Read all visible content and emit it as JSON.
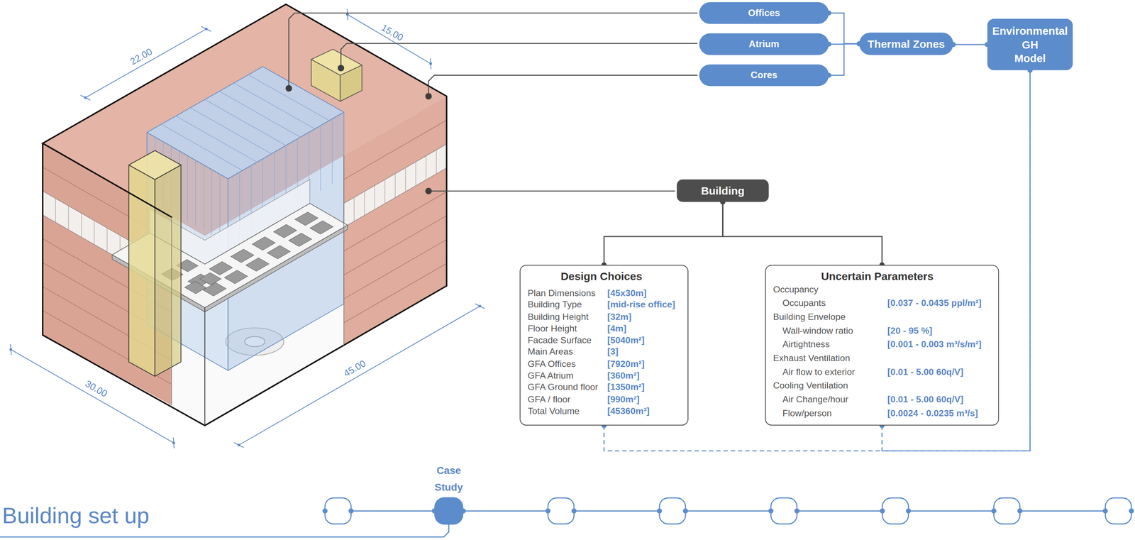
{
  "diagram": {
    "title": "Building set up",
    "nodes": [
      {
        "text": [
          "Offices"
        ]
      },
      {
        "text": [
          "Atrium"
        ]
      },
      {
        "text": [
          "Cores"
        ]
      },
      {
        "text": [
          "Thermal Zones"
        ]
      },
      {
        "text": [
          "Environmental GH Model"
        ]
      },
      {
        "text": [
          "Building"
        ]
      },
      {
        "text": [
          "Design Choices",
          "Plan Dimensions",
          "[45x30m]",
          "Building Type",
          "[mid-rise office]",
          "Building Height",
          "[32m]",
          "Floor Height",
          "[4m]",
          "Facade Surface",
          "[5040m²]",
          "Main Areas",
          "[3]",
          "GFA Offices",
          "[7920m²]",
          "GFA Atrium",
          "[360m²]",
          "GFA Ground floor",
          "[1350m²]",
          "GFA / floor",
          "[990m²]",
          "Total Volume",
          "[45360m³]"
        ]
      },
      {
        "text": [
          "Uncertain Parameters",
          "Occupancy",
          "Occupants",
          "[0.037 - 0.0435 ppl/m²]",
          "Building Envelope",
          "Wall-window ratio",
          "[20 - 95 %]",
          "Airtightness",
          "[0.001 - 0.003 m³/s/m²]",
          "Exhaust Ventilation",
          "Air flow to exterior",
          "[0.01 - 5.00 60q/V]",
          "Cooling Ventilation",
          "Air Change/hour",
          "[0.01 - 5.00 60q/V]",
          "Flow/person",
          "[0.0024 - 0.0235 m³/s]"
        ]
      },
      {
        "text": [
          "Case Study"
        ]
      }
    ],
    "edges": [
      {
        "from": 0,
        "to": 3,
        "arrow": "none"
      },
      {
        "from": 1,
        "to": 3,
        "arrow": "none"
      },
      {
        "from": 2,
        "to": 3,
        "arrow": "none"
      },
      {
        "from": 3,
        "to": 4,
        "arrow": "none"
      },
      {
        "from": 5,
        "to": 6,
        "arrow": "none"
      },
      {
        "from": 5,
        "to": 7,
        "arrow": "none"
      },
      {
        "from": 6,
        "to": 4,
        "arrow": "none"
      },
      {
        "from": 7,
        "to": 4,
        "arrow": "none"
      }
    ],
    "labels": [
      "22.00",
      "15.00",
      "30.00",
      "45.00"
    ]
  }
}
